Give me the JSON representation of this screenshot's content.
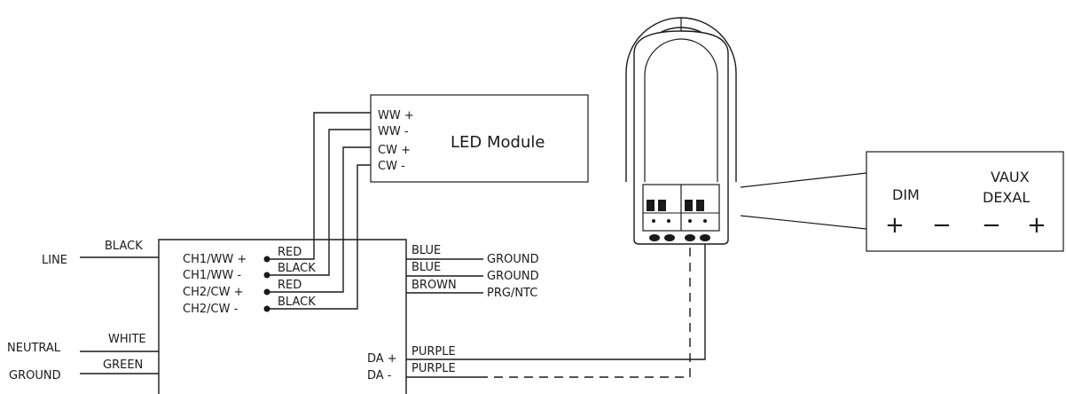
{
  "led_module": {
    "title": "LED Module",
    "terminals": [
      "WW +",
      "WW -",
      "CW +",
      "CW -"
    ]
  },
  "driver": {
    "inputs": [
      {
        "terminal": "LINE",
        "wire": "BLACK"
      },
      {
        "terminal": "NEUTRAL",
        "wire": "WHITE"
      },
      {
        "terminal": "GROUND",
        "wire": "GREEN"
      }
    ],
    "outputs": [
      {
        "terminal": "CH1/WW +",
        "wire": "RED"
      },
      {
        "terminal": "CH1/WW -",
        "wire": "BLACK"
      },
      {
        "terminal": "CH2/CW +",
        "wire": "RED"
      },
      {
        "terminal": "CH2/CW -",
        "wire": "BLACK"
      }
    ],
    "aux": [
      {
        "wire": "BLUE",
        "terminal": "GROUND"
      },
      {
        "wire": "BLUE",
        "terminal": "GROUND"
      },
      {
        "wire": "BROWN",
        "terminal": "PRG/NTC"
      }
    ],
    "dali": [
      {
        "terminal": "DA +",
        "wire": "PURPLE"
      },
      {
        "terminal": "DA -",
        "wire": "PURPLE"
      }
    ]
  },
  "dimmer_label": {
    "dim": "DIM",
    "brand_line1": "VAUX",
    "brand_line2": "DEXAL",
    "symbols": [
      "+",
      "−",
      "−",
      "+"
    ]
  },
  "colors": {
    "line": "#1a1a1a",
    "background": "#ffffff"
  }
}
